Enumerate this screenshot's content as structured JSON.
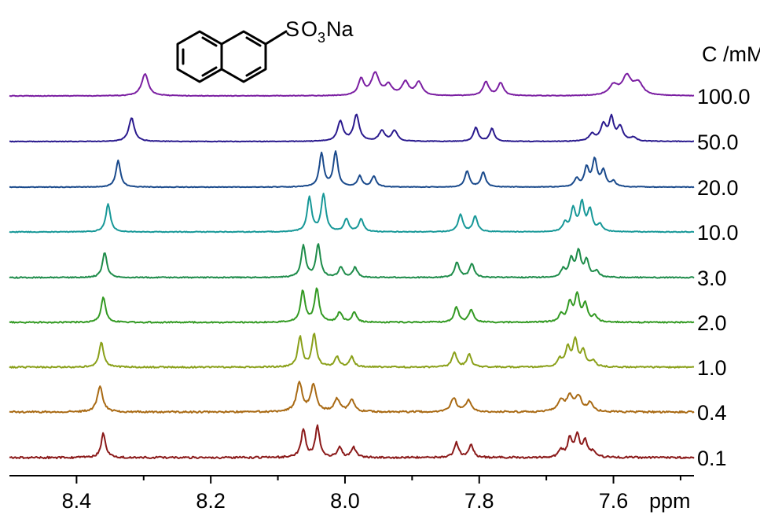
{
  "chart_data": {
    "type": "line",
    "xlabel": "ppm",
    "x_reversed": true,
    "xlim": [
      8.5,
      7.48
    ],
    "xticks": [
      8.4,
      8.2,
      8.0,
      7.8,
      7.6
    ],
    "xtick_labels": [
      "8.4",
      "8.2",
      "8.0",
      "7.8",
      "7.6"
    ],
    "legend_title": "C /mM",
    "molecule": {
      "substituent_S": "S",
      "substituent_O": "O",
      "substituent_sub": "3",
      "substituent_Na": "Na",
      "highlight_color": "#e8141c"
    },
    "series": [
      {
        "name": "100.0",
        "color": "#7b1fa2",
        "peaks": [
          {
            "x": 8.298,
            "h": 1.0,
            "w": 0.006
          },
          {
            "x": 7.976,
            "h": 0.72,
            "w": 0.005
          },
          {
            "x": 7.955,
            "h": 1.0,
            "w": 0.007
          },
          {
            "x": 7.935,
            "h": 0.45,
            "w": 0.006
          },
          {
            "x": 7.91,
            "h": 0.6,
            "w": 0.006
          },
          {
            "x": 7.89,
            "h": 0.6,
            "w": 0.006
          },
          {
            "x": 7.79,
            "h": 0.62,
            "w": 0.005
          },
          {
            "x": 7.768,
            "h": 0.58,
            "w": 0.005
          },
          {
            "x": 7.6,
            "h": 0.45,
            "w": 0.008
          },
          {
            "x": 7.58,
            "h": 0.85,
            "w": 0.008
          },
          {
            "x": 7.563,
            "h": 0.55,
            "w": 0.008
          }
        ]
      },
      {
        "name": "50.0",
        "color": "#2a1a8e",
        "peaks": [
          {
            "x": 8.318,
            "h": 1.0,
            "w": 0.005
          },
          {
            "x": 8.007,
            "h": 0.85,
            "w": 0.005
          },
          {
            "x": 7.983,
            "h": 1.1,
            "w": 0.005
          },
          {
            "x": 7.945,
            "h": 0.45,
            "w": 0.005
          },
          {
            "x": 7.926,
            "h": 0.45,
            "w": 0.005
          },
          {
            "x": 7.805,
            "h": 0.6,
            "w": 0.004
          },
          {
            "x": 7.781,
            "h": 0.55,
            "w": 0.004
          },
          {
            "x": 7.632,
            "h": 0.3,
            "w": 0.005
          },
          {
            "x": 7.615,
            "h": 0.7,
            "w": 0.005
          },
          {
            "x": 7.603,
            "h": 0.95,
            "w": 0.004
          },
          {
            "x": 7.59,
            "h": 0.6,
            "w": 0.005
          },
          {
            "x": 7.57,
            "h": 0.15,
            "w": 0.005
          }
        ]
      },
      {
        "name": "20.0",
        "color": "#1a4a8c",
        "peaks": [
          {
            "x": 8.338,
            "h": 1.0,
            "w": 0.004
          },
          {
            "x": 8.035,
            "h": 1.25,
            "w": 0.004
          },
          {
            "x": 8.014,
            "h": 1.3,
            "w": 0.004
          },
          {
            "x": 7.978,
            "h": 0.4,
            "w": 0.004
          },
          {
            "x": 7.957,
            "h": 0.4,
            "w": 0.004
          },
          {
            "x": 7.818,
            "h": 0.6,
            "w": 0.004
          },
          {
            "x": 7.794,
            "h": 0.55,
            "w": 0.004
          },
          {
            "x": 7.655,
            "h": 0.3,
            "w": 0.004
          },
          {
            "x": 7.64,
            "h": 0.7,
            "w": 0.004
          },
          {
            "x": 7.628,
            "h": 1.0,
            "w": 0.004
          },
          {
            "x": 7.615,
            "h": 0.6,
            "w": 0.004
          },
          {
            "x": 7.6,
            "h": 0.2,
            "w": 0.004
          }
        ]
      },
      {
        "name": "10.0",
        "color": "#179898",
        "peaks": [
          {
            "x": 8.353,
            "h": 1.0,
            "w": 0.004
          },
          {
            "x": 8.053,
            "h": 1.2,
            "w": 0.004
          },
          {
            "x": 8.032,
            "h": 1.32,
            "w": 0.004
          },
          {
            "x": 7.998,
            "h": 0.45,
            "w": 0.004
          },
          {
            "x": 7.976,
            "h": 0.45,
            "w": 0.004
          },
          {
            "x": 7.828,
            "h": 0.62,
            "w": 0.004
          },
          {
            "x": 7.806,
            "h": 0.55,
            "w": 0.004
          },
          {
            "x": 7.672,
            "h": 0.3,
            "w": 0.004
          },
          {
            "x": 7.66,
            "h": 0.8,
            "w": 0.004
          },
          {
            "x": 7.647,
            "h": 1.0,
            "w": 0.004
          },
          {
            "x": 7.635,
            "h": 0.75,
            "w": 0.004
          },
          {
            "x": 7.62,
            "h": 0.25,
            "w": 0.004
          }
        ]
      },
      {
        "name": "3.0",
        "color": "#1e8c4a",
        "peaks": [
          {
            "x": 8.358,
            "h": 1.0,
            "w": 0.004
          },
          {
            "x": 8.062,
            "h": 1.25,
            "w": 0.004
          },
          {
            "x": 8.04,
            "h": 1.3,
            "w": 0.004
          },
          {
            "x": 8.006,
            "h": 0.4,
            "w": 0.004
          },
          {
            "x": 7.985,
            "h": 0.4,
            "w": 0.004
          },
          {
            "x": 7.833,
            "h": 0.6,
            "w": 0.004
          },
          {
            "x": 7.811,
            "h": 0.55,
            "w": 0.004
          },
          {
            "x": 7.675,
            "h": 0.3,
            "w": 0.004
          },
          {
            "x": 7.663,
            "h": 0.7,
            "w": 0.004
          },
          {
            "x": 7.652,
            "h": 1.0,
            "w": 0.004
          },
          {
            "x": 7.64,
            "h": 0.65,
            "w": 0.004
          },
          {
            "x": 7.625,
            "h": 0.25,
            "w": 0.004
          }
        ]
      },
      {
        "name": "2.0",
        "color": "#339a23",
        "peaks": [
          {
            "x": 8.36,
            "h": 1.0,
            "w": 0.004
          },
          {
            "x": 8.063,
            "h": 1.25,
            "w": 0.004
          },
          {
            "x": 8.042,
            "h": 1.32,
            "w": 0.004
          },
          {
            "x": 8.008,
            "h": 0.4,
            "w": 0.004
          },
          {
            "x": 7.986,
            "h": 0.4,
            "w": 0.004
          },
          {
            "x": 7.834,
            "h": 0.6,
            "w": 0.004
          },
          {
            "x": 7.812,
            "h": 0.5,
            "w": 0.004
          },
          {
            "x": 7.678,
            "h": 0.3,
            "w": 0.004
          },
          {
            "x": 7.665,
            "h": 0.75,
            "w": 0.004
          },
          {
            "x": 7.654,
            "h": 1.05,
            "w": 0.004
          },
          {
            "x": 7.642,
            "h": 0.7,
            "w": 0.004
          },
          {
            "x": 7.628,
            "h": 0.25,
            "w": 0.004
          }
        ]
      },
      {
        "name": "1.0",
        "color": "#8aa019",
        "peaks": [
          {
            "x": 8.363,
            "h": 1.0,
            "w": 0.004
          },
          {
            "x": 8.067,
            "h": 1.2,
            "w": 0.004
          },
          {
            "x": 8.046,
            "h": 1.3,
            "w": 0.004
          },
          {
            "x": 8.012,
            "h": 0.4,
            "w": 0.004
          },
          {
            "x": 7.99,
            "h": 0.4,
            "w": 0.004
          },
          {
            "x": 7.837,
            "h": 0.6,
            "w": 0.004
          },
          {
            "x": 7.815,
            "h": 0.5,
            "w": 0.004
          },
          {
            "x": 7.68,
            "h": 0.3,
            "w": 0.004
          },
          {
            "x": 7.668,
            "h": 0.75,
            "w": 0.004
          },
          {
            "x": 7.657,
            "h": 1.05,
            "w": 0.004
          },
          {
            "x": 7.645,
            "h": 0.65,
            "w": 0.004
          },
          {
            "x": 7.63,
            "h": 0.25,
            "w": 0.004
          }
        ]
      },
      {
        "name": "0.4",
        "color": "#a96a14",
        "peaks": [
          {
            "x": 8.365,
            "h": 1.0,
            "w": 0.005
          },
          {
            "x": 8.068,
            "h": 1.15,
            "w": 0.005
          },
          {
            "x": 8.047,
            "h": 1.05,
            "w": 0.005
          },
          {
            "x": 8.012,
            "h": 0.5,
            "w": 0.005
          },
          {
            "x": 7.99,
            "h": 0.45,
            "w": 0.005
          },
          {
            "x": 7.838,
            "h": 0.55,
            "w": 0.005
          },
          {
            "x": 7.816,
            "h": 0.45,
            "w": 0.005
          },
          {
            "x": 7.678,
            "h": 0.45,
            "w": 0.006
          },
          {
            "x": 7.665,
            "h": 0.6,
            "w": 0.005
          },
          {
            "x": 7.652,
            "h": 0.6,
            "w": 0.005
          },
          {
            "x": 7.635,
            "h": 0.35,
            "w": 0.005
          }
        ]
      },
      {
        "name": "0.1",
        "color": "#8b1a1a",
        "peaks": [
          {
            "x": 8.36,
            "h": 1.0,
            "w": 0.004
          },
          {
            "x": 8.062,
            "h": 1.15,
            "w": 0.004
          },
          {
            "x": 8.041,
            "h": 1.25,
            "w": 0.004
          },
          {
            "x": 8.008,
            "h": 0.4,
            "w": 0.004
          },
          {
            "x": 7.987,
            "h": 0.4,
            "w": 0.004
          },
          {
            "x": 7.834,
            "h": 0.6,
            "w": 0.004
          },
          {
            "x": 7.812,
            "h": 0.5,
            "w": 0.004
          },
          {
            "x": 7.678,
            "h": 0.3,
            "w": 0.004
          },
          {
            "x": 7.665,
            "h": 0.75,
            "w": 0.004
          },
          {
            "x": 7.654,
            "h": 0.9,
            "w": 0.004
          },
          {
            "x": 7.642,
            "h": 0.65,
            "w": 0.004
          },
          {
            "x": 7.63,
            "h": 0.25,
            "w": 0.004
          }
        ]
      }
    ]
  }
}
